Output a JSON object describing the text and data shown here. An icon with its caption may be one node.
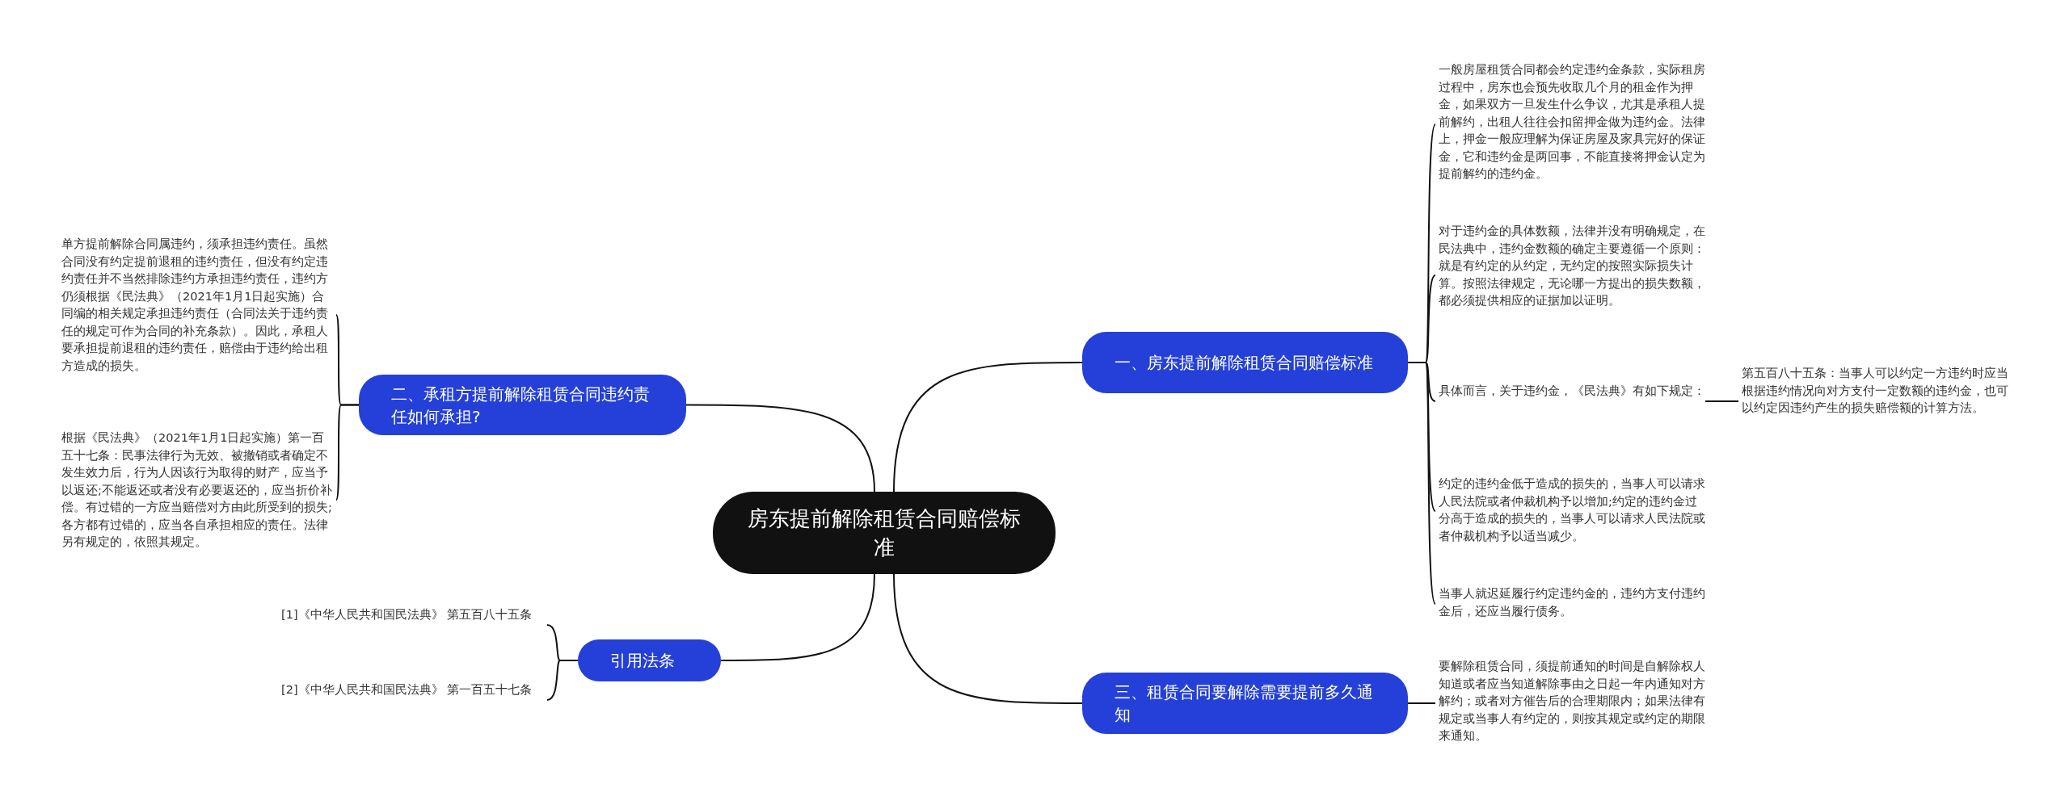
{
  "diagram": {
    "nodes": [
      {
        "text": [
          "房东提前解除租赁合同赔偿标准"
        ]
      },
      {
        "text": [
          "一、房东提前解除租赁合同赔偿标准"
        ]
      },
      {
        "text": [
          "一般房屋租赁合同都会约定违约金条款，实际租房过程中，房东也会预先收取几个月的租金作为押金，如果双方一旦发生什么争议，尤其是承租人提前解约，出租人往往会扣留押金做为违约金。法律上，押金一般应理解为保证房屋及家具完好的保证金，它和违约金是两回事，不能直接将押金认定为提前解约的违约金。"
        ]
      },
      {
        "text": [
          "对于违约金的具体数额，法律并没有明确规定，在民法典中，违约金数额的确定主要遵循一个原则：就是有约定的从约定，无约定的按照实际损失计算。按照法律规定，无论哪一方提出的损失数额，都必须提供相应的证据加以证明。"
        ]
      },
      {
        "text": [
          "具体而言，关于违约金，《民法典》有如下规定："
        ]
      },
      {
        "text": [
          "第五百八十五条：当事人可以约定一方违约时应当根据违约情况向对方支付一定数额的违约金，也可以约定因违约产生的损失赔偿额的计算方法。"
        ]
      },
      {
        "text": [
          "约定的违约金低于造成的损失的，当事人可以请求人民法院或者仲裁机构予以增加;约定的违约金过分高于造成的损失的，当事人可以请求人民法院或者仲裁机构予以适当减少。"
        ]
      },
      {
        "text": [
          "当事人就迟延履行约定违约金的，违约方支付违约金后，还应当履行债务。"
        ]
      },
      {
        "text": [
          "三、租赁合同要解除需要提前多久通知"
        ]
      },
      {
        "text": [
          "要解除租赁合同，须提前通知的时间是自解除权人知道或者应当知道解除事由之日起一年内通知对方解约；或者对方催告后的合理期限内；如果法律有规定或当事人有约定的，则按其规定或约定的期限来通知。"
        ]
      },
      {
        "text": [
          "二、承租方提前解除租赁合同违约责任如何承担?"
        ]
      },
      {
        "text": [
          "单方提前解除合同属违约，须承担违约责任。虽然合同没有约定提前退租的违约责任，但没有约定违约责任并不当然排除违约方承担违约责任，违约方仍须根据《民法典》（2021年1月1日起实施）合同编的相关规定承担违约责任（合同法关于违约责任的规定可作为合同的补充条款）。因此，承租人要承担提前退租的违约责任，赔偿由于违约给出租方造成的损失。"
        ]
      },
      {
        "text": [
          "根据《民法典》（2021年1月1日起实施）第一百五十七条：民事法律行为无效、被撤销或者确定不发生效力后，行为人因该行为取得的财产，应当予以返还;不能返还或者没有必要返还的，应当折价补偿。有过错的一方应当赔偿对方由此所受到的损失;各方都有过错的，应当各自承担相应的责任。法律另有规定的，依照其规定。"
        ]
      },
      {
        "text": [
          "引用法条"
        ]
      },
      {
        "text": [
          "[1]《中华人民共和国民法典》 第五百八十五条"
        ]
      },
      {
        "text": [
          "[2]《中华人民共和国民法典》 第一百五十七条"
        ]
      }
    ],
    "edges": [
      {
        "from": 0,
        "to": 1,
        "arrow": "none"
      },
      {
        "from": 0,
        "to": 8,
        "arrow": "none"
      },
      {
        "from": 0,
        "to": 10,
        "arrow": "none"
      },
      {
        "from": 0,
        "to": 13,
        "arrow": "none"
      },
      {
        "from": 1,
        "to": 2,
        "arrow": "none"
      },
      {
        "from": 1,
        "to": 3,
        "arrow": "none"
      },
      {
        "from": 1,
        "to": 4,
        "arrow": "none"
      },
      {
        "from": 1,
        "to": 6,
        "arrow": "none"
      },
      {
        "from": 1,
        "to": 7,
        "arrow": "none"
      },
      {
        "from": 4,
        "to": 5,
        "arrow": "none"
      },
      {
        "from": 8,
        "to": 9,
        "arrow": "none"
      },
      {
        "from": 10,
        "to": 11,
        "arrow": "none"
      },
      {
        "from": 10,
        "to": 12,
        "arrow": "none"
      },
      {
        "from": 13,
        "to": 14,
        "arrow": "none"
      },
      {
        "from": 13,
        "to": 15,
        "arrow": "none"
      }
    ]
  }
}
